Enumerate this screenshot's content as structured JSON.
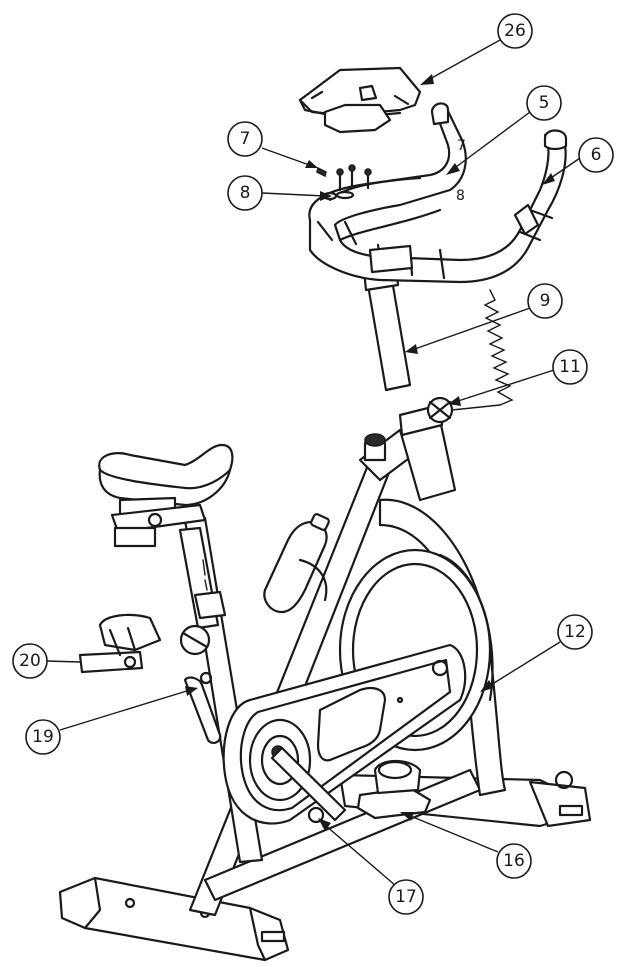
{
  "callouts": {
    "c26": "26",
    "c5": "5",
    "c6": "6",
    "c7": "7",
    "c8": "8",
    "c9": "9",
    "c11": "11",
    "c12": "12",
    "c16": "16",
    "c17": "17",
    "c19": "19",
    "c20": "20"
  },
  "inline_labels": {
    "bar7": "7",
    "bar8": "8"
  }
}
